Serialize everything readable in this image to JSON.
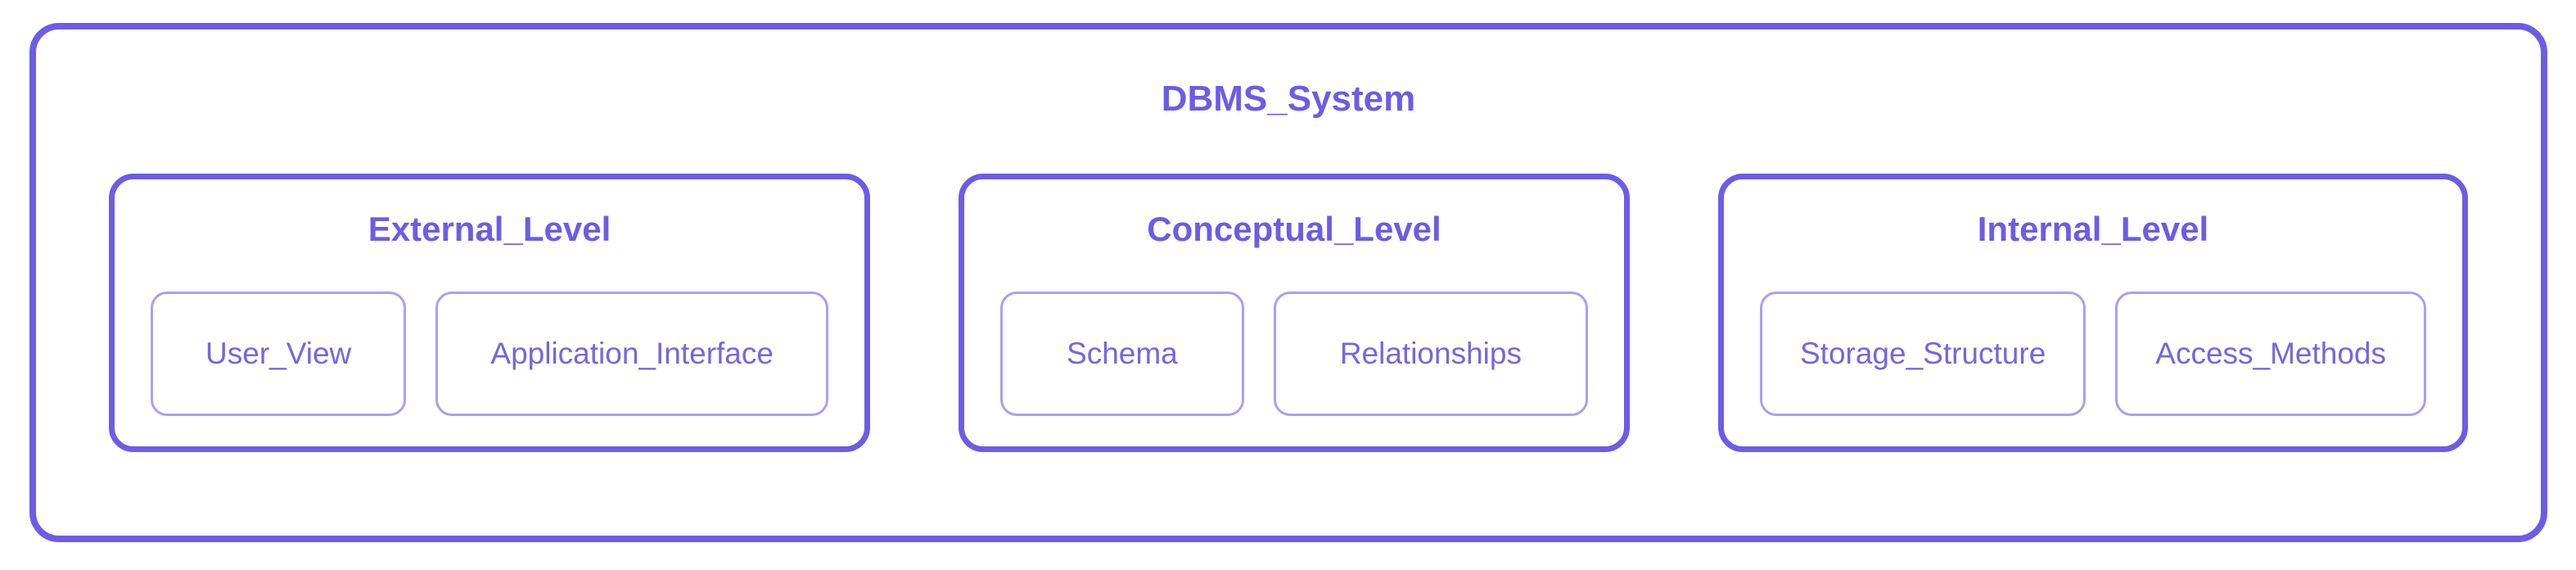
{
  "diagram": {
    "title": "DBMS_System",
    "levels": [
      {
        "title": "External_Level",
        "children": [
          {
            "label": "User_View"
          },
          {
            "label": "Application_Interface"
          }
        ]
      },
      {
        "title": "Conceptual_Level",
        "children": [
          {
            "label": "Schema"
          },
          {
            "label": "Relationships"
          }
        ]
      },
      {
        "title": "Internal_Level",
        "children": [
          {
            "label": "Storage_Structure"
          },
          {
            "label": "Access_Methods"
          }
        ]
      }
    ],
    "colors": {
      "primary": "#6C5CE7",
      "light_border": "#A9A0F0",
      "node_text": "#7566E0",
      "background": "#FFFFFF"
    }
  }
}
